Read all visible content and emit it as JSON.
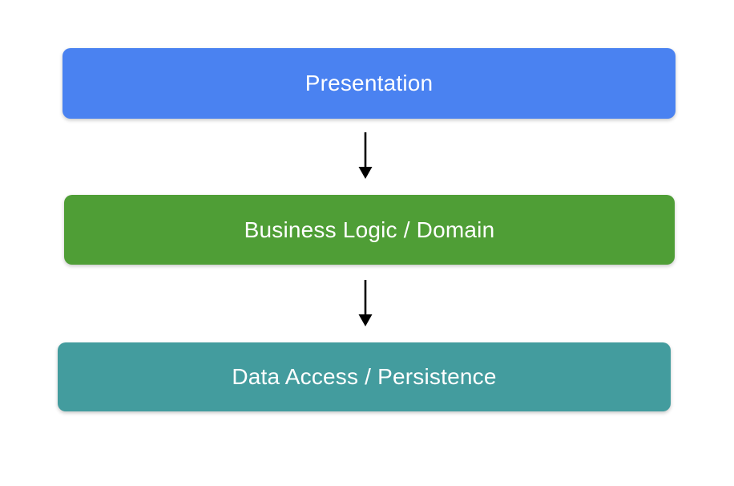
{
  "diagram": {
    "type": "layered-architecture",
    "background_color": "#ffffff",
    "text_color": "#ffffff",
    "arrow_color": "#000000",
    "layers": [
      {
        "label": "Presentation",
        "color": "#4a82f1"
      },
      {
        "label": "Business Logic / Domain",
        "color": "#4f9e36"
      },
      {
        "label": "Data Access / Persistence",
        "color": "#439c9e"
      }
    ],
    "connectors": [
      {
        "from": "Presentation",
        "to": "Business Logic / Domain",
        "direction": "down"
      },
      {
        "from": "Business Logic / Domain",
        "to": "Data Access / Persistence",
        "direction": "down"
      }
    ]
  }
}
